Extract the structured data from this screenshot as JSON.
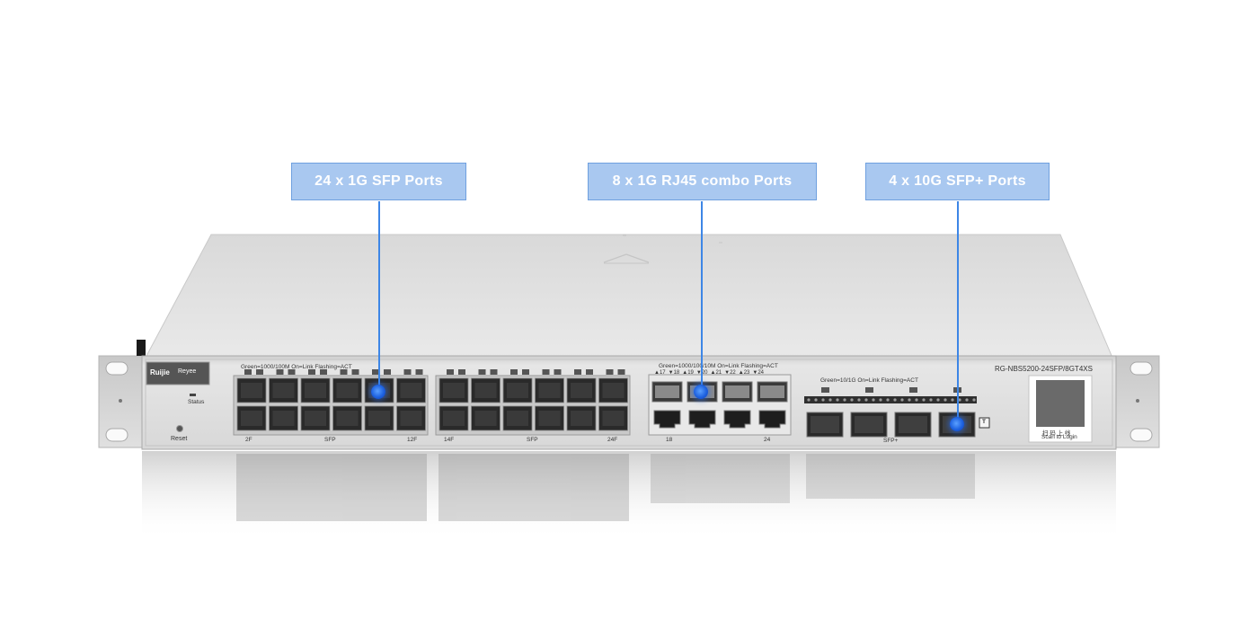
{
  "callouts": {
    "sfp": "24 x 1G SFP Ports",
    "rj45": "8 x 1G RJ45 combo Ports",
    "sfpplus": "4 x 10G SFP+ Ports"
  },
  "device": {
    "brand_left": "Ruijie",
    "brand_right": "Reyee",
    "model": "RG-NBS5200-24SFP/8GT4XS",
    "status_label": "Status",
    "reset_label": "Reset",
    "led_legend_sfp": "Green=1000/100M  On=Link  Flashing=ACT",
    "led_legend_combo": "Green=1000/100/10M  On=Link  Flashing=ACT",
    "led_legend_sfpplus": "Green=10/1G  On=Link  Flashing=ACT",
    "sfp_group1_left": "2F",
    "sfp_group1_mid": "SFP",
    "sfp_group1_right": "12F",
    "sfp_group2_left": "14F",
    "sfp_group2_mid": "SFP",
    "sfp_group2_right": "24F",
    "combo_num_left": "18",
    "combo_num_right": "24",
    "combo_top_labels": [
      "▲17",
      "▼18",
      "▲19",
      "▼20",
      "▲21",
      "▼22",
      "▲23",
      "▼24"
    ],
    "sfpplus_label": "SFP+",
    "qr_caption_cn": "扫 码 上 线",
    "qr_caption_en": "Scan to Login",
    "console_label": "T"
  },
  "colors": {
    "callout_fill": "#a9c8f0",
    "highlight_blue": "#1e62e0",
    "chassis": "#dcdcdc"
  }
}
